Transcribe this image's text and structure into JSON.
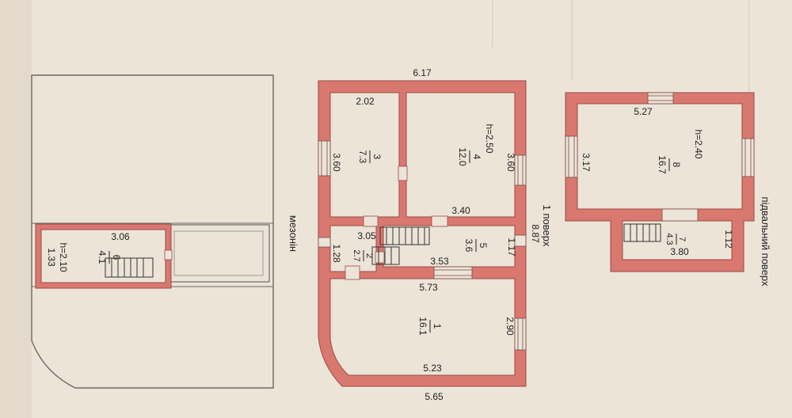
{
  "colors": {
    "paper": "#ece5d8",
    "wall": "#d9786f",
    "wall_stroke": "#9a4a44",
    "ink": "#222222",
    "outline": "#6a6a6a"
  },
  "sections": {
    "attic": "мезонін",
    "floor1": "1 поверх",
    "basement": "підвальний поверх"
  },
  "attic": {
    "room": {
      "number": "6",
      "area": "4.1",
      "height": "h=2.10",
      "length": "3.06",
      "width": "1.33"
    }
  },
  "floor1": {
    "overall_length": "6.17",
    "overall_width": "8.87",
    "bottom_length": "5.65",
    "rooms": [
      {
        "number": "3",
        "area": "7.3",
        "length": "2.02",
        "width": "3.60"
      },
      {
        "number": "4",
        "area": "12.0",
        "height": "h=2.50",
        "width": "3.60",
        "length": "3.40"
      },
      {
        "number": "2",
        "area": "2.7",
        "length": "3.05",
        "width": "1.28"
      },
      {
        "number": "5",
        "area": "3.6",
        "length": "3.53",
        "width": "1.17"
      },
      {
        "number": "1",
        "area": "16.1",
        "length_top": "5.73",
        "length_bottom": "5.23",
        "width": "2.90"
      }
    ]
  },
  "basement": {
    "rooms": [
      {
        "number": "8",
        "area": "16.7",
        "height": "h=2.40",
        "length": "5.27",
        "width": "3.17"
      },
      {
        "number": "7",
        "area": "4.3",
        "length": "3.80",
        "width": "1.12"
      }
    ]
  }
}
